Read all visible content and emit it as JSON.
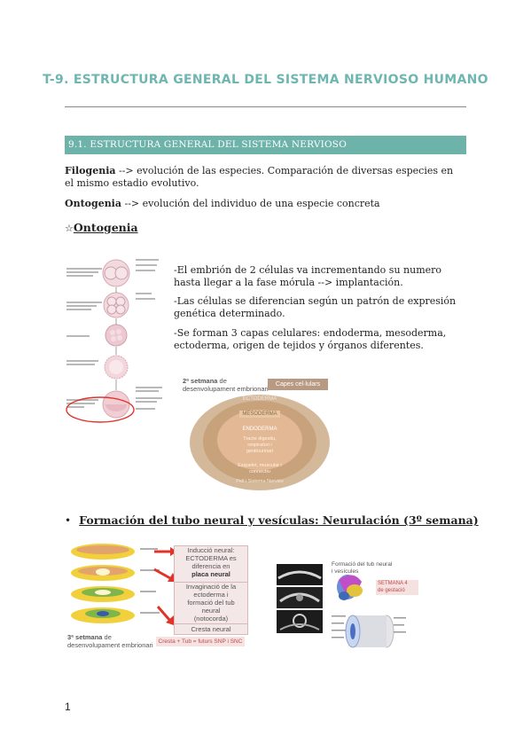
{
  "title": "T-9. ESTRUCTURA GENERAL DEL SISTEMA NERVIOSO HUMANO",
  "section": "9.1. ESTRUCTURA GENERAL DEL SISTEMA NERVIOSO",
  "filogenia": {
    "term": "Filogenia",
    "text": " --> evolución de las especies. Comparación de diversas especies en el mismo estadio evolutivo."
  },
  "ontogenia_def": {
    "term": "Ontogenia",
    "text": " --> evolución del individuo de una especie concreta"
  },
  "ontogenia_heading": {
    "star": "☆",
    "label": "Ontogenia"
  },
  "ontogenia_points": [
    "-El embrión de 2 células va incrementando su numero hasta llegar a la fase mórula --> implantación.",
    "-Las células se diferencian según un patrón de expresión genética determinado.",
    "-Se forman 3 capas celulares: endoderma, mesoderma, ectoderma, origen de tejidos y órganos diferentes."
  ],
  "layers_figure": {
    "week_bold": "2ª setmana",
    "week_rest": " de desenvolupament embrionari",
    "box": "Capes cel·lulars",
    "ectoderma": "ECTODERMA",
    "mesoderma": "MESODERMA",
    "endoderma": "ENDODERMA",
    "endo_desc": "Tracte digestiu, respiratori i genitourinari",
    "meso_desc": "Esquelet, muscular i connectiu",
    "ecto_desc": "Pell i Sistema Nerviós"
  },
  "neurulation_heading": {
    "bullet": "•",
    "label": "Formación del tubo neural y vesículas: Neurulación (3º semana)"
  },
  "neural_figure": {
    "box1_a": "Inducció neural:",
    "box1_b": "ECTODERMA es",
    "box1_c": "diferencia en",
    "box1_d": "placa neural",
    "box2_a": "Invaginació de la",
    "box2_b": "ectoderma i",
    "box2_c": "formació del tub",
    "box2_d": "neural",
    "box2_e": "(notocorda)",
    "box3": "Cresta neural",
    "week_bold": "3ª setmana",
    "week_rest": " de",
    "week_line2": "desenvolupament embrionari",
    "footer": "Cresta + Tub = futurs SNP i SNC"
  },
  "tube_figure": {
    "title_a": "Formació del tub neural",
    "title_b": "i vesícules",
    "week_a": "SETMANA 4",
    "week_b": "de gestació"
  },
  "page_number": "1",
  "colors": {
    "accent": "#6db3aa",
    "title": "#6fb6b0",
    "red": "#e2332b"
  }
}
